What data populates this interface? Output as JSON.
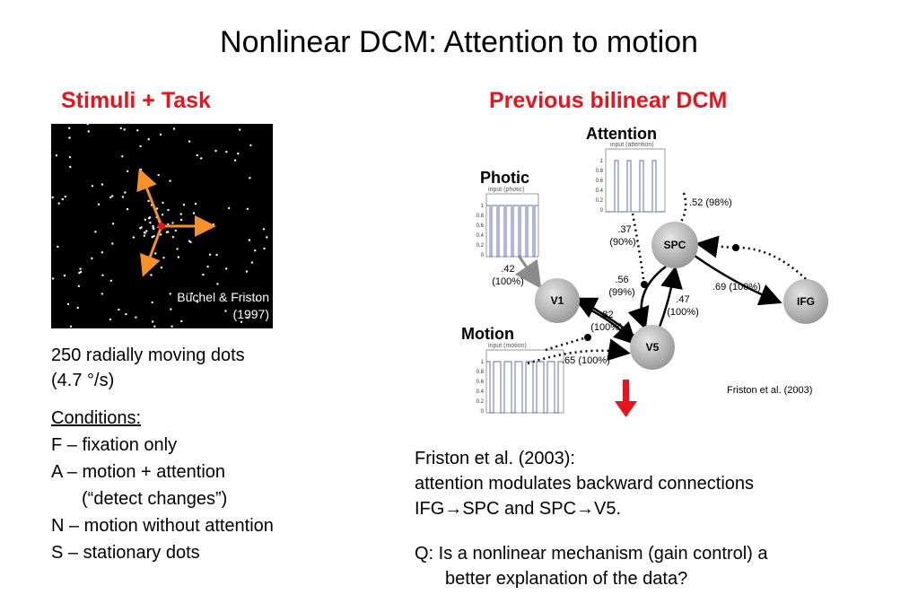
{
  "slide": {
    "title": "Nonlinear DCM: Attention to motion",
    "left_heading": "Stimuli + Task",
    "right_heading": "Previous bilinear DCM",
    "stimulus_credit_line1": "Büchel & Friston",
    "stimulus_credit_line2": "(1997)",
    "description_line1": "250 radially moving dots",
    "description_line2": "(4.7 °/s)",
    "conditions_heading": "Conditions:",
    "conditions": [
      "F – fixation only",
      "A – motion + attention",
      "(“detect changes”)",
      "N – motion without attention",
      "S – stationary dots"
    ],
    "finding_line1": "Friston et al. (2003):",
    "finding_line2": "attention modulates backward connections",
    "finding_line3": "IFG→SPC and SPC→V5.",
    "question_line1": "Q: Is a nonlinear mechanism (gain control) a",
    "question_line2": "better explanation of the data?"
  },
  "dcm": {
    "input_labels": {
      "attention": "Attention",
      "photic": "Photic",
      "motion": "Motion"
    },
    "plot_titles": {
      "attention": "input (attention)",
      "photic": "input (photic)",
      "motion": "input (motion)"
    },
    "plot_ticks": [
      "1",
      "0.8",
      "0.6",
      "0.4",
      "0.2",
      "0"
    ],
    "nodes": {
      "spc": "SPC",
      "v1": "V1",
      "v5": "V5",
      "ifg": "IFG"
    },
    "edge_labels": {
      "att_ifg_spc": ".52 (98%)",
      "att_v5_a": ".37",
      "att_v5_b": "(90%)",
      "photic_v1_a": ".42",
      "photic_v1_b": "(100%)",
      "spc_v5_a": ".56",
      "spc_v5_b": "(99%)",
      "v5_spc_a": ".47",
      "v5_spc_b": "(100%)",
      "spc_ifg": ".69 (100%)",
      "v1_v5_a": ".82",
      "v1_v5_b": "(100%)",
      "motion_v5": ".65 (100%)"
    },
    "reference": "Friston et al. (2003)",
    "arrow_color": "#e8141c",
    "node_color": "#bdbdbd"
  }
}
